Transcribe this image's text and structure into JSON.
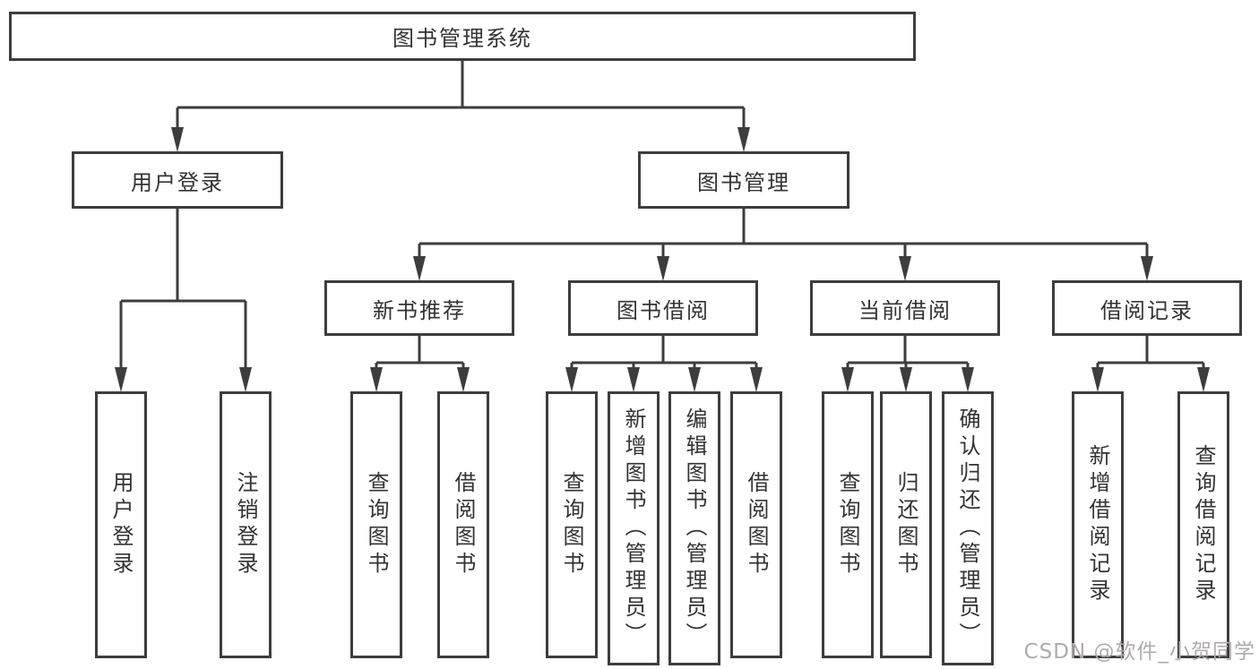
{
  "colors": {
    "line": "#3d3d3d",
    "box_border": "#3d3d3d",
    "box_fill": "#ffffff",
    "text": "#333333",
    "background": "#ffffff",
    "watermark": "#b0abab"
  },
  "watermark": {
    "text": "CSDN @软件_小贺同学"
  },
  "tree": {
    "root": {
      "label": "图书管理系统"
    },
    "children": [
      {
        "label": "用户登录",
        "children": [
          {
            "label": "用户登录"
          },
          {
            "label": "注销登录"
          }
        ]
      },
      {
        "label": "图书管理",
        "children": [
          {
            "label": "新书推荐",
            "children": [
              {
                "label": "查询图书"
              },
              {
                "label": "借阅图书"
              }
            ]
          },
          {
            "label": "图书借阅",
            "children": [
              {
                "label": "查询图书"
              },
              {
                "label": "新增图书（管理员）"
              },
              {
                "label": "编辑图书（管理员）"
              },
              {
                "label": "借阅图书"
              }
            ]
          },
          {
            "label": "当前借阅",
            "children": [
              {
                "label": "查询图书"
              },
              {
                "label": "归还图书"
              },
              {
                "label": "确认归还（管理员）"
              }
            ]
          },
          {
            "label": "借阅记录",
            "children": [
              {
                "label": "新增借阅记录"
              },
              {
                "label": "查询借阅记录"
              }
            ]
          }
        ]
      }
    ]
  }
}
